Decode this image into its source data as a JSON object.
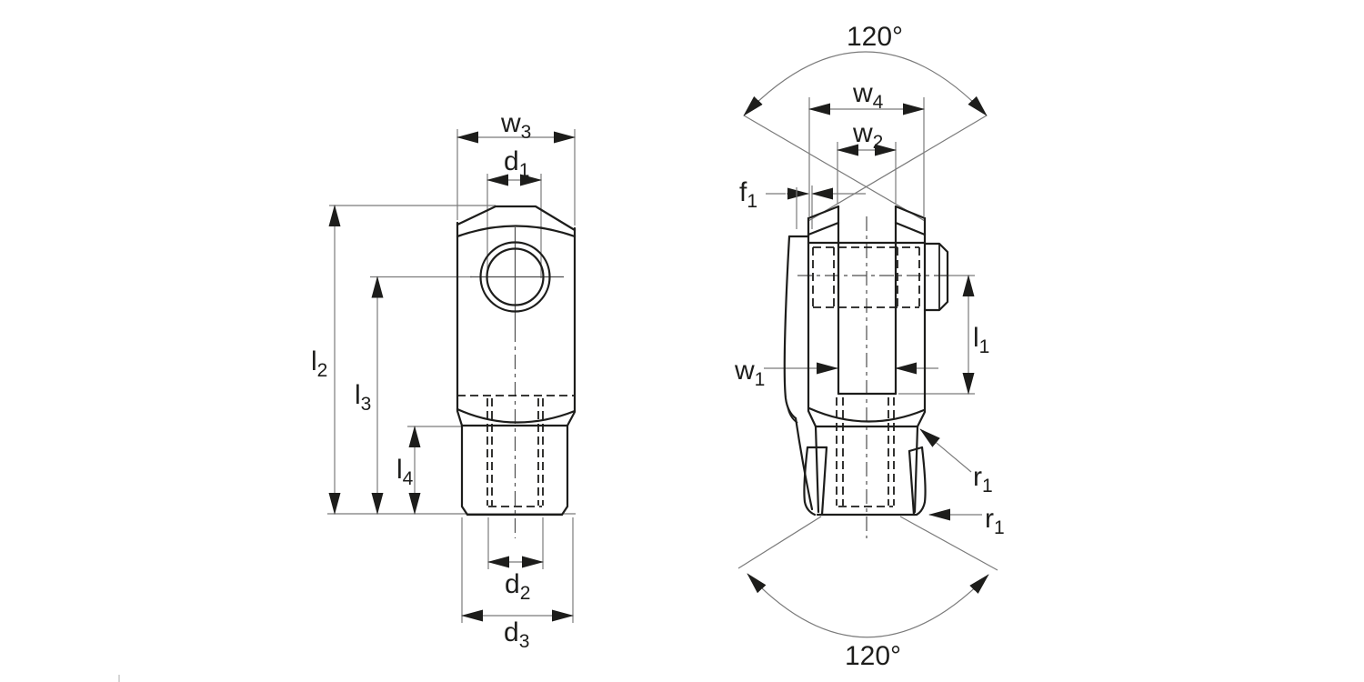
{
  "drawing": {
    "kind": "technical-dimension-drawing",
    "subject": "clevis joint with retaining clip, front view and side view",
    "colors": {
      "outline": "#1d1d1b",
      "dimension_lines": "#7b7b7b",
      "background": "#ffffff"
    },
    "front_view": {
      "dimension_labels": [
        "w3",
        "d1",
        "l2",
        "l3",
        "l4",
        "d2",
        "d3"
      ]
    },
    "side_view": {
      "dimension_labels": [
        "angle_top",
        "w4",
        "w2",
        "f1",
        "w1",
        "l1",
        "r1_upper",
        "r1_lower",
        "angle_bottom"
      ]
    }
  },
  "labels": {
    "w3": {
      "main": "w",
      "sub": "3"
    },
    "d1": {
      "main": "d",
      "sub": "1"
    },
    "l2": {
      "main": "l",
      "sub": "2"
    },
    "l3": {
      "main": "l",
      "sub": "3"
    },
    "l4": {
      "main": "l",
      "sub": "4"
    },
    "d2": {
      "main": "d",
      "sub": "2"
    },
    "d3": {
      "main": "d",
      "sub": "3"
    },
    "angle_top": "120°",
    "w4": {
      "main": "w",
      "sub": "4"
    },
    "w2": {
      "main": "w",
      "sub": "2"
    },
    "f1": {
      "main": "f",
      "sub": "1"
    },
    "w1": {
      "main": "w",
      "sub": "1"
    },
    "l1": {
      "main": "l",
      "sub": "1"
    },
    "r1_upper": {
      "main": "r",
      "sub": "1"
    },
    "r1_lower": {
      "main": "r",
      "sub": "1"
    },
    "angle_bottom": "120°"
  }
}
